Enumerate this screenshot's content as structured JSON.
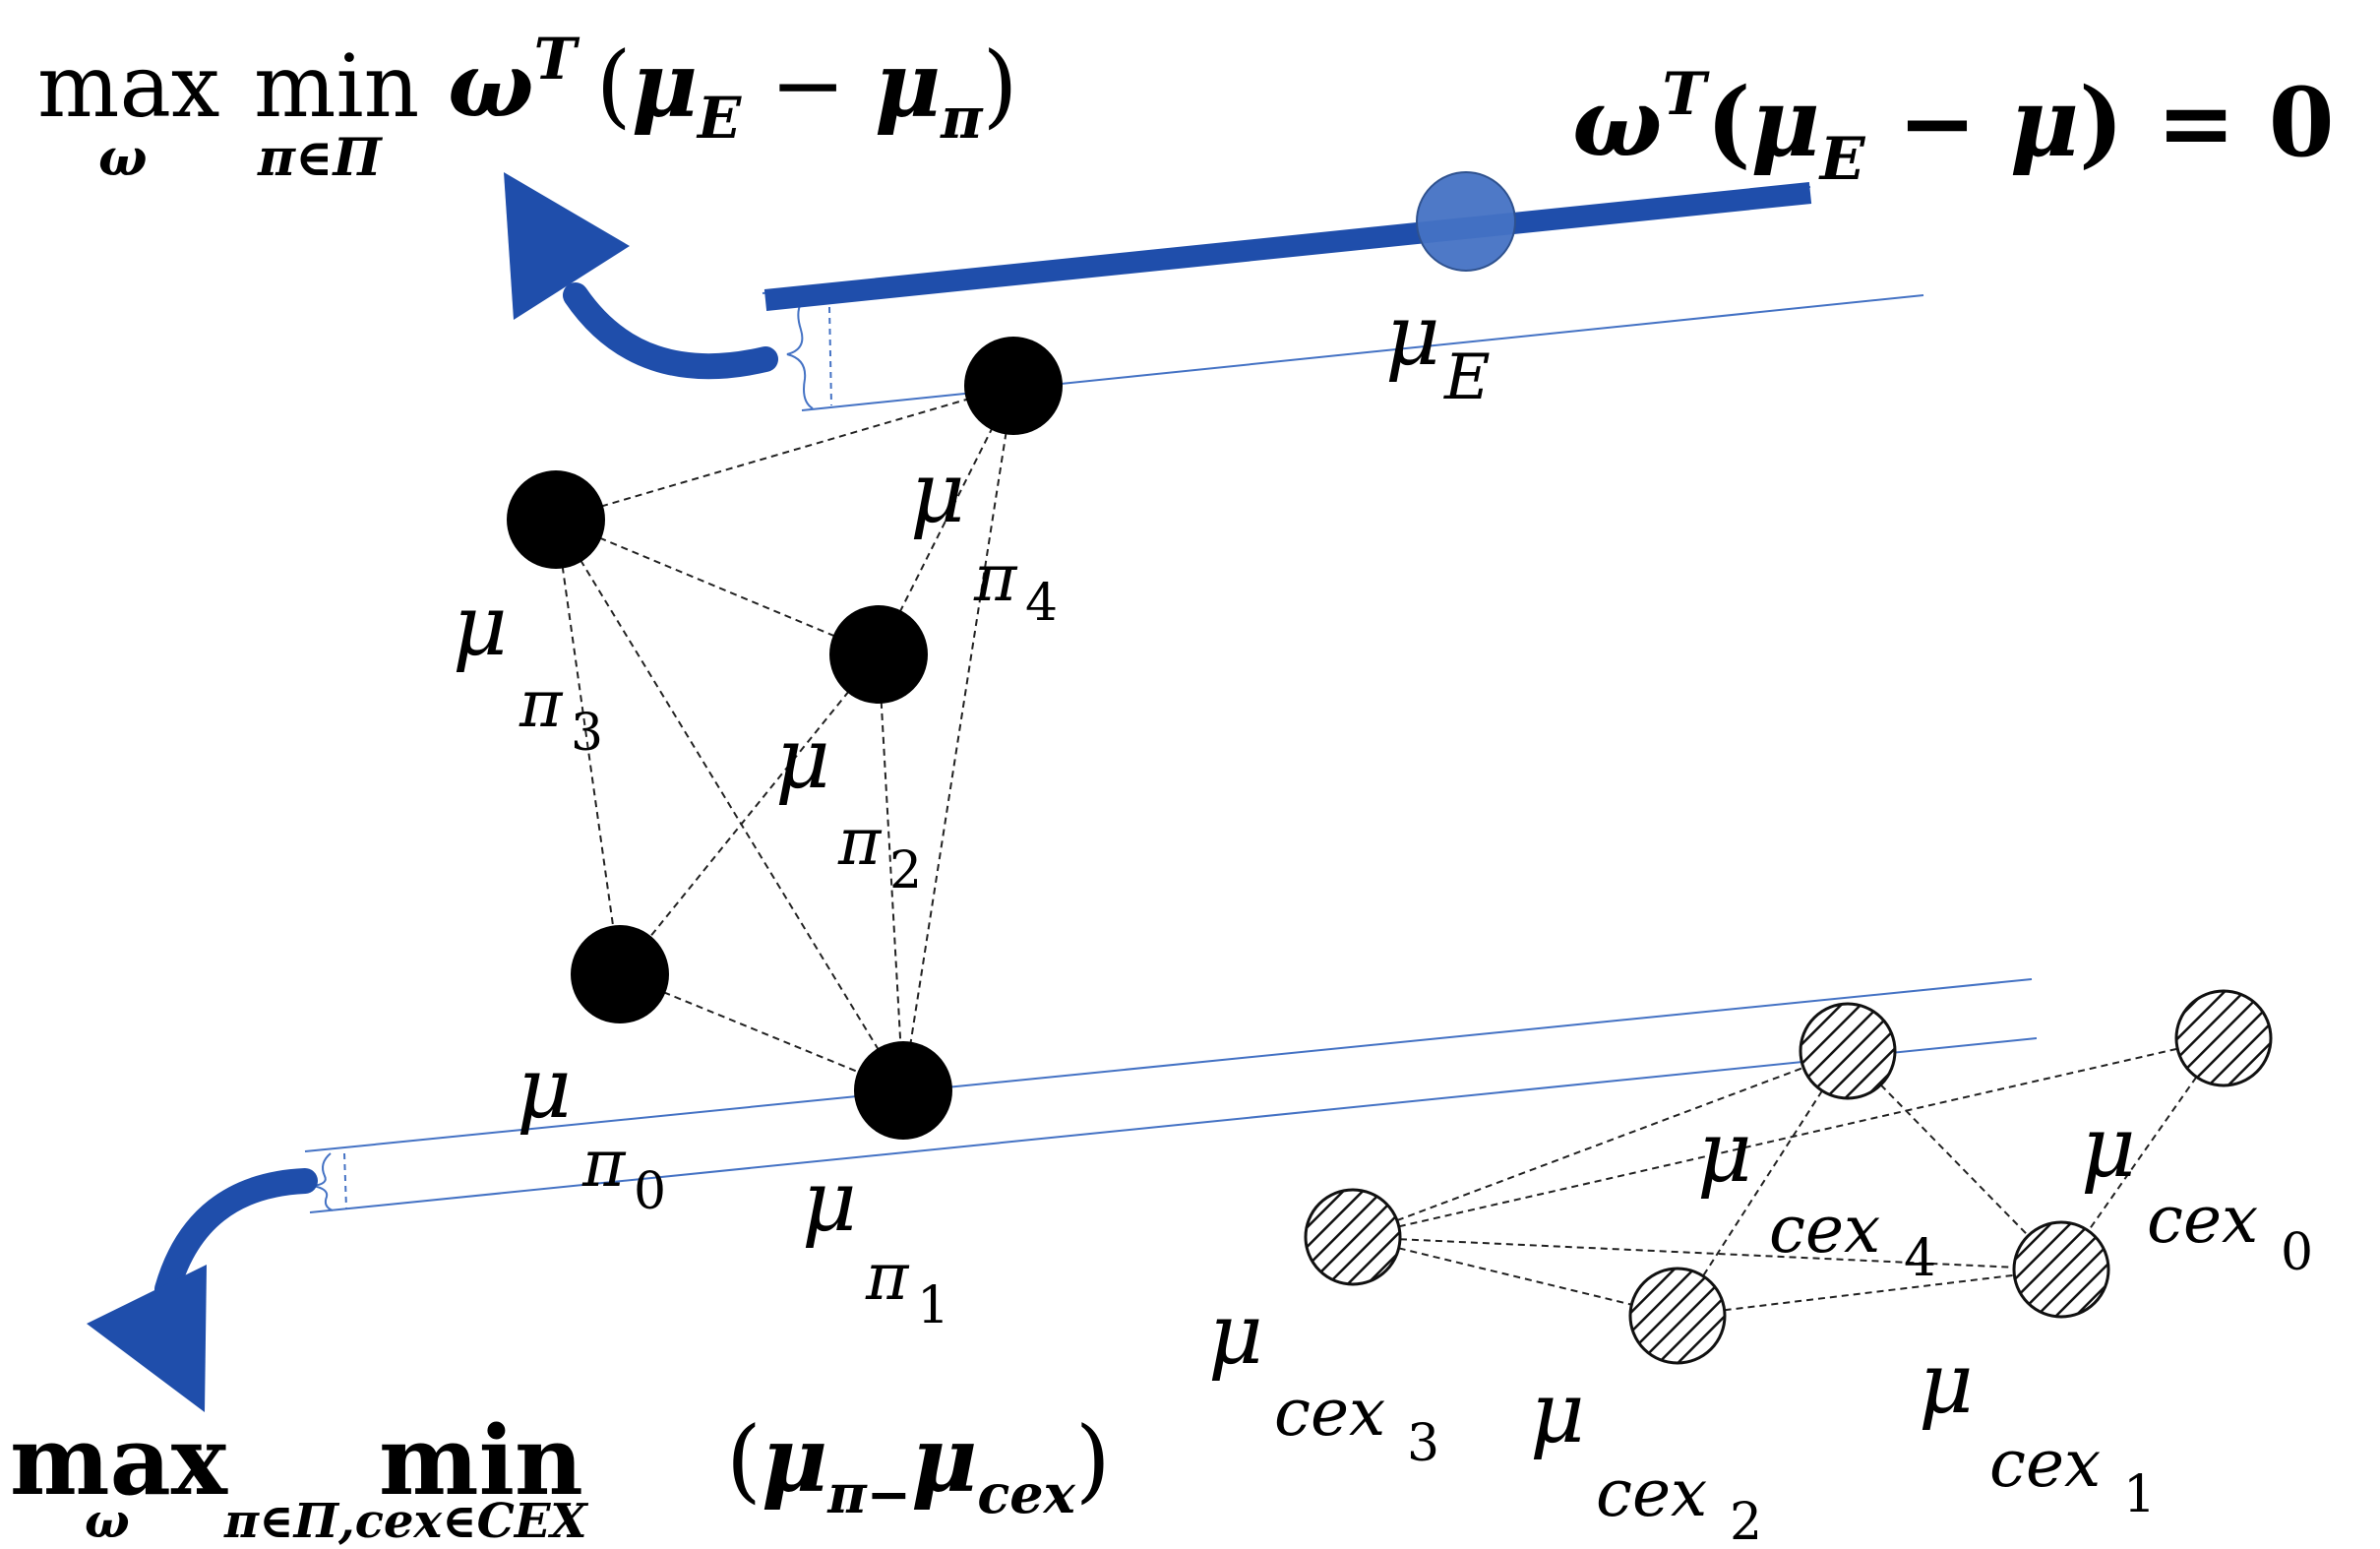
{
  "colors": {
    "accent_blue": "#1f4eab",
    "thin_line": "#4472c4",
    "expert_point": "#4472c4",
    "point_fill": "#000000",
    "dash_line": "#222222"
  },
  "formulas": {
    "top_left": {
      "max": "max",
      "max_sub": "ω",
      "min": "min",
      "min_sub": "π∈Π",
      "body_omega": "ω",
      "body_sup": "T",
      "body_open": "(",
      "body_mu1": "μ",
      "body_sub1": "E",
      "body_minus": " − ",
      "body_mu2": "μ",
      "body_sub2": "π",
      "body_close": ")"
    },
    "top_right": {
      "omega": "ω",
      "sup": "T",
      "open": "(",
      "mu1": "μ",
      "sub1": "E",
      "minus": " − ",
      "mu2": "μ",
      "close": ")",
      "equals": " = 0"
    },
    "bottom": {
      "max": "max",
      "max_sub": "ω",
      "min": "min",
      "min_sub": "π∈Π,cex∈CEX",
      "open": "(",
      "mu1": "μ",
      "sub1": "π−",
      "mu2": "μ",
      "sub2": "cex",
      "close": ")"
    }
  },
  "points": {
    "mu_symbol": "μ",
    "expert": {
      "sub": "E"
    },
    "policies": [
      {
        "id": "pi0",
        "sub": "π",
        "index": "0"
      },
      {
        "id": "pi1",
        "sub": "π",
        "index": "1"
      },
      {
        "id": "pi2",
        "sub": "π",
        "index": "2"
      },
      {
        "id": "pi3",
        "sub": "π",
        "index": "3"
      },
      {
        "id": "pi4",
        "sub": "π",
        "index": "4"
      }
    ],
    "counterexamples": [
      {
        "id": "cex0",
        "sub": "cex",
        "index": "0"
      },
      {
        "id": "cex1",
        "sub": "cex",
        "index": "1"
      },
      {
        "id": "cex2",
        "sub": "cex",
        "index": "2"
      },
      {
        "id": "cex3",
        "sub": "cex",
        "index": "3"
      },
      {
        "id": "cex4",
        "sub": "cex",
        "index": "4"
      }
    ]
  }
}
